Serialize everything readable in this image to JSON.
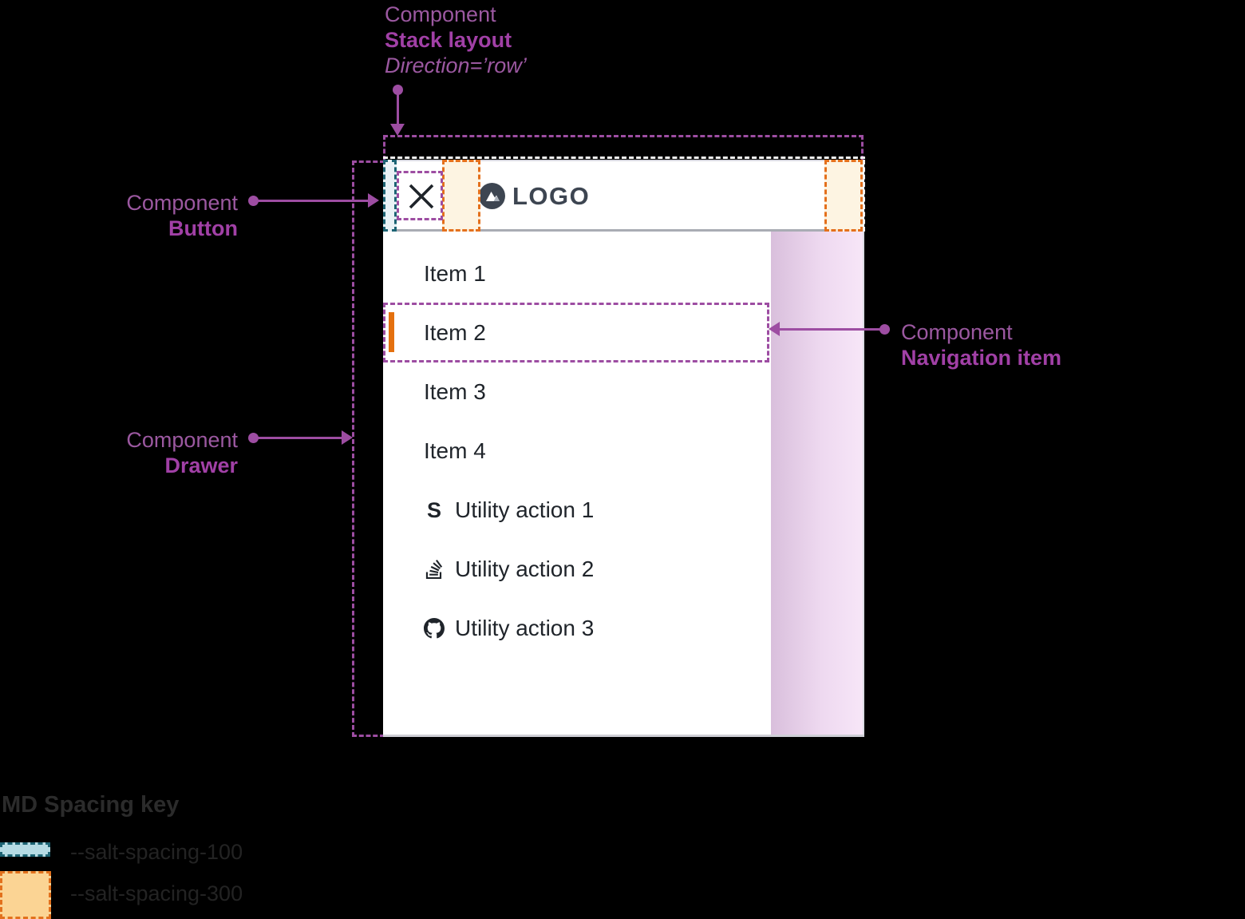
{
  "annotations": {
    "stack_layout": {
      "eyebrow": "Component",
      "title": "Stack layout",
      "detail": "Direction=’row’"
    },
    "button": {
      "eyebrow": "Component",
      "title": "Button"
    },
    "drawer": {
      "eyebrow": "Component",
      "title": "Drawer"
    },
    "navigation_item": {
      "eyebrow": "Component",
      "title": "Navigation item"
    }
  },
  "drawer_app": {
    "logo_text": "LOGO",
    "nav_items": [
      "Item 1",
      "Item 2",
      "Item 3",
      "Item 4"
    ],
    "active_item": "Item 2",
    "utility_actions": [
      {
        "icon": "s-brand-icon",
        "label": "Utility action 1"
      },
      {
        "icon": "stack-overflow-icon",
        "label": "Utility action 2"
      },
      {
        "icon": "github-icon",
        "label": "Utility action 3"
      }
    ],
    "s_glyph": "S"
  },
  "legend": {
    "title": "MD Spacing key",
    "items": [
      {
        "token": "--salt-spacing-100",
        "swatch": "teal"
      },
      {
        "token": "--salt-spacing-300",
        "swatch": "orange"
      }
    ]
  },
  "colors": {
    "annotation_purple": "#9d4da2",
    "annotation_purple_bold": "#a140a6",
    "spacing_100_border": "#1d6474",
    "spacing_100_fill": "#b5dbe4",
    "spacing_300_border": "#e4701c",
    "spacing_300_fill": "#fbd494",
    "active_indicator": "#e4700f",
    "logo_slate": "#3d4551",
    "app_text": "#1f242a",
    "backdrop_pink_left": "#d9bfdc",
    "backdrop_pink_right": "#f7e6f8"
  }
}
